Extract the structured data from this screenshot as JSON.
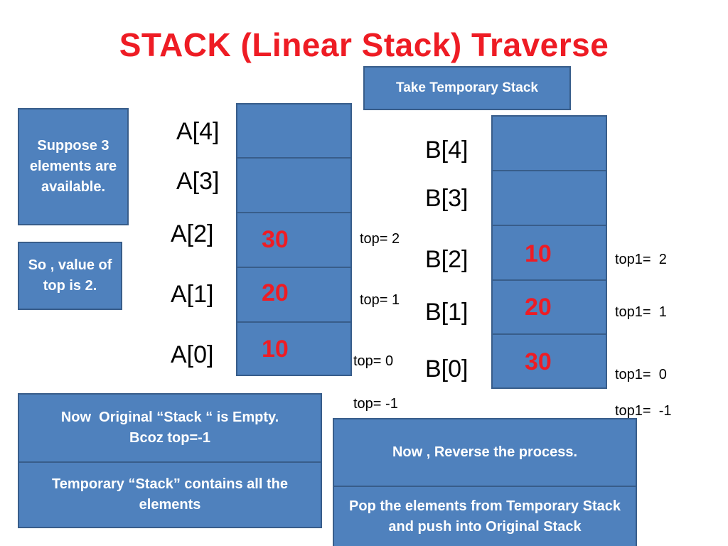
{
  "title": "STACK (Linear Stack) Traverse",
  "notes": {
    "temp_stack": "Take Temporary Stack",
    "suppose": "Suppose 3 elements are available.",
    "top_value": "So , value of top is 2.",
    "empty_line1": "Now  Original “Stack “ is Empty.",
    "empty_line2": "Bcoz top=-1",
    "temp_contains": "Temporary “Stack” contains all the elements",
    "reverse": "Now , Reverse the process.",
    "pop_push": "Pop the elements from Temporary Stack and push into Original Stack"
  },
  "stack_a": {
    "index_labels": [
      "A[4]",
      "A[3]",
      "A[2]",
      "A[1]",
      "A[0]"
    ],
    "values": [
      "",
      "",
      "30",
      "20",
      "10"
    ],
    "top_labels": [
      "top= 2",
      "top= 1",
      "top= 0",
      "top= -1"
    ]
  },
  "stack_b": {
    "index_labels": [
      "B[4]",
      "B[3]",
      "B[2]",
      "B[1]",
      "B[0]"
    ],
    "values": [
      "",
      "",
      "10",
      "20",
      "30"
    ],
    "top_labels": [
      "top1=  2",
      "top1=  1",
      "top1=  0",
      "top1=  -1"
    ]
  },
  "colors": {
    "title": "#ee1c24",
    "box_fill": "#4f81bd",
    "box_border": "#385d8a",
    "value": "#ee1c24"
  }
}
